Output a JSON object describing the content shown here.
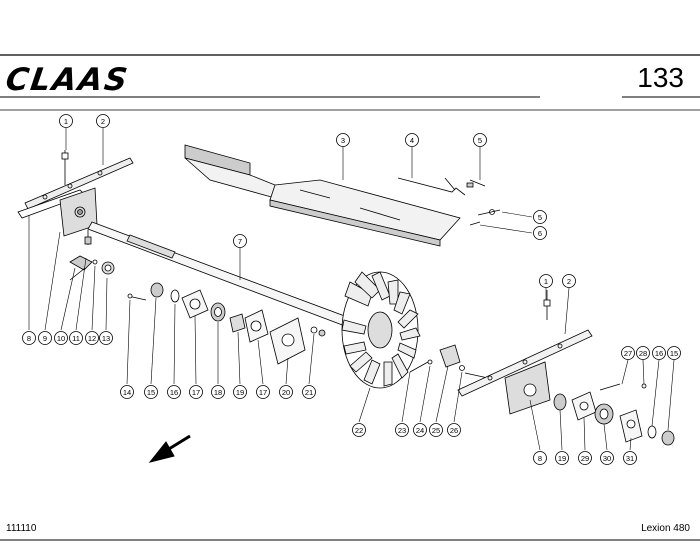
{
  "header": {
    "brand": "CLAAS",
    "page_number": "133"
  },
  "footer": {
    "drawing_code": "111110",
    "model": "Lexion 480"
  },
  "callouts": [
    "1",
    "2",
    "3",
    "4",
    "5",
    "5",
    "6",
    "7",
    "8",
    "9",
    "10",
    "11",
    "12",
    "13",
    "14",
    "15",
    "16",
    "17",
    "18",
    "19",
    "17",
    "20",
    "21",
    "22",
    "23",
    "24",
    "25",
    "26",
    "1",
    "2",
    "27",
    "28",
    "16",
    "15",
    "8",
    "19",
    "29",
    "30",
    "31"
  ]
}
